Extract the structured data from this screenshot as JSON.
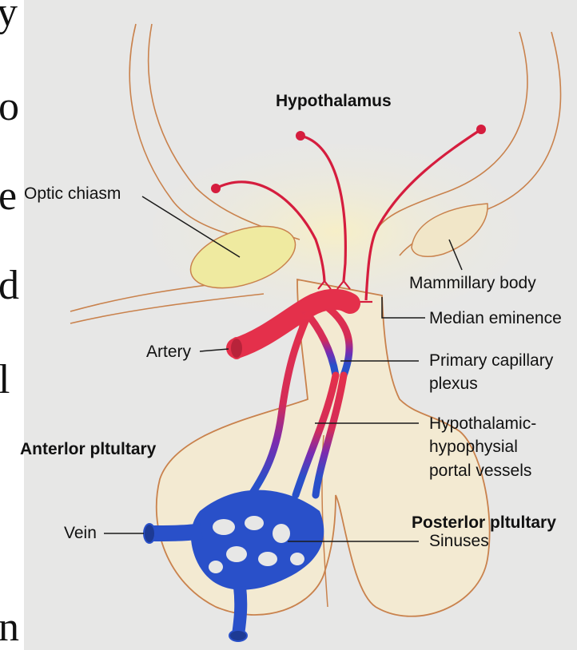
{
  "left_margin_letters": [
    "y",
    "o",
    "e",
    "d",
    "l",
    "n"
  ],
  "labels": {
    "hypothalamus": "Hypothalamus",
    "optic_chiasm": "Optic chiasm",
    "mammillary_body": "Mammillary body",
    "median_eminence": "Median eminence",
    "artery": "Artery",
    "primary_capillary_1": "Primary capillary",
    "primary_capillary_2": "plexus",
    "portal_1": "Hypothalamic-",
    "portal_2": "hypophysial",
    "portal_3": "portal vessels",
    "anterior_pituitary": "Anterlor pltultary",
    "posterior_pituitary": "Posterlor pltultary",
    "vein": "Vein",
    "sinuses": "Sinuses"
  },
  "colors": {
    "background": "#e7e7e6",
    "tissue": "#f3ead2",
    "tissue_outline": "#c9824d",
    "chiasm": "#efeaa0",
    "neuron": "#d51d3e",
    "artery": "#e4304b",
    "vein": "#2950c9",
    "leader": "#1a1a1a"
  }
}
